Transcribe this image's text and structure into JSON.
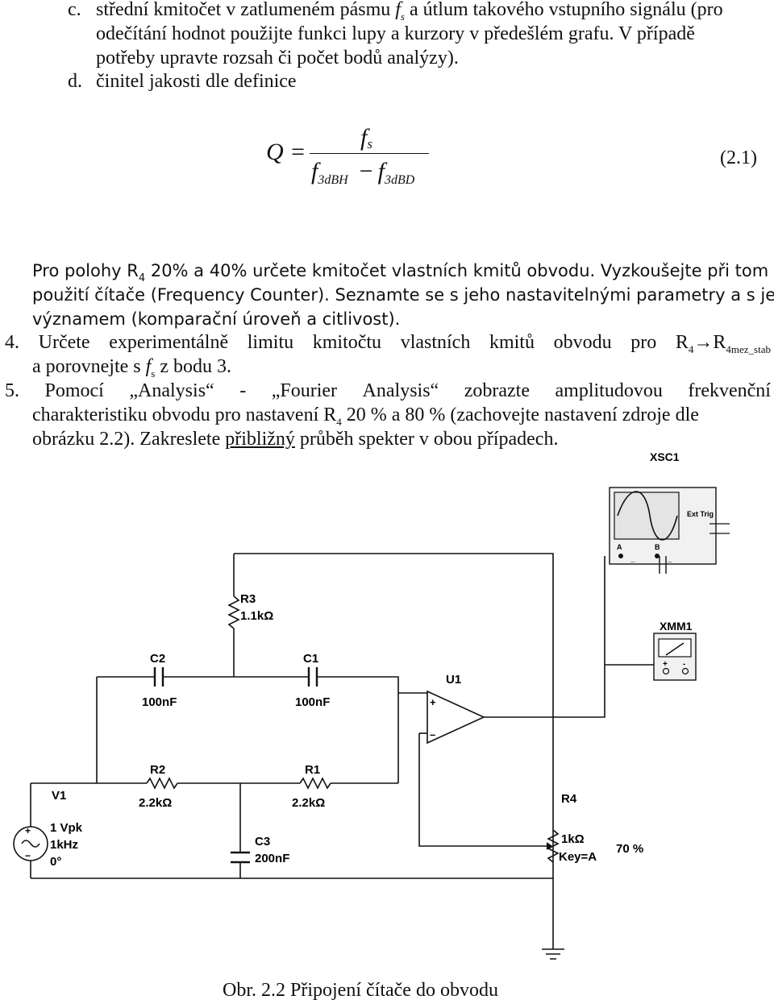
{
  "item_c": {
    "marker": "c.",
    "line1_before": "střední kmitočet v zatlumeném pásmu",
    "line1_f": "f",
    "line1_sub": "s",
    "line1_after": "a útlum takového vstupního signálu (pro",
    "line2": "odečítání hodnot použijte funkci lupy a kurzory v předešlém grafu. V případě",
    "line3": "potřeby upravte rozsah či počet bodů analýzy)."
  },
  "item_d": {
    "marker": "d.",
    "text": "činitel jakosti dle definice"
  },
  "equation": {
    "lhs": "Q =",
    "num_f": "f",
    "num_sub": "s",
    "den1_f": "f",
    "den1_sub": "3dBH",
    "minus": "−",
    "den2_f": "f",
    "den2_sub": "3dBD",
    "number": "(2.1)"
  },
  "para_r4": {
    "line1_before": "Pro polohy R",
    "line1_sub": "4",
    "line1_after": "20% a 40% určete kmitočet vlastních kmitů obvodu. Vyzkoušejte při tom",
    "line2": "použití čítače (Frequency Counter). Seznamte se s jeho nastavitelnými parametry a s jejich",
    "line3": "významem (komparační úroveň a citlivost)."
  },
  "item_4": {
    "number": "4.",
    "words": [
      "Určete",
      "experimentálně",
      "limitu",
      "kmitočtu",
      "vlastních",
      "kmitů",
      "obvodu",
      "pro"
    ],
    "r_a": "R",
    "r_a_sub": "4",
    "arrow": "→",
    "r_b": "R",
    "r_b_sub": "4mez_stab",
    "line2_before": "a porovnejte s",
    "line2_f": "f",
    "line2_sub": "s",
    "line2_after": "z bodu 3."
  },
  "item_5": {
    "number": "5.",
    "words": [
      "Pomocí",
      "„Analysis“",
      "-",
      "„Fourier",
      "Analysis“",
      "zobrazte",
      "amplitudovou",
      "frekvenční"
    ],
    "line2_before": "charakteristiku obvodu pro nastavení R",
    "line2_sub": "4",
    "line2_after": "20 % a 80 % (zachovejte nastavení zdroje dle",
    "line3_before": "obrázku 2.2). Zakreslete",
    "line3_underlined": "přibližný",
    "line3_after": "průběh spekter v obou případech."
  },
  "circuit": {
    "xsc_name": "XSC1",
    "xsc_ext": "Ext Trig",
    "xsc_a": "A",
    "xsc_b": "B",
    "xsc_plus": "+",
    "xsc_minus": "_",
    "xmm_name": "XMM1",
    "xmm_plus": "+",
    "xmm_minus": "-",
    "r3_name": "R3",
    "r3_value": "1.1kΩ",
    "c2_name": "C2",
    "c2_value": "100nF",
    "c1_name": "C1",
    "c1_value": "100nF",
    "u1_name": "U1",
    "u1_plus": "+",
    "u1_minus": "–",
    "r2_name": "R2",
    "r2_value": "2.2kΩ",
    "r1_name": "R1",
    "r1_value": "2.2kΩ",
    "v1_name": "V1",
    "v1_amp": "1 Vpk",
    "v1_freq": "1kHz",
    "v1_phase": "0°",
    "v1_plus": "+",
    "v1_minus": "−",
    "c3_name": "C3",
    "c3_value": "200nF",
    "r4_name": "R4",
    "r4_value": "1kΩ",
    "r4_key": "Key=A",
    "r4_percent": "70 %"
  },
  "caption": "Obr. 2.2 Připojení čítače do obvodu"
}
